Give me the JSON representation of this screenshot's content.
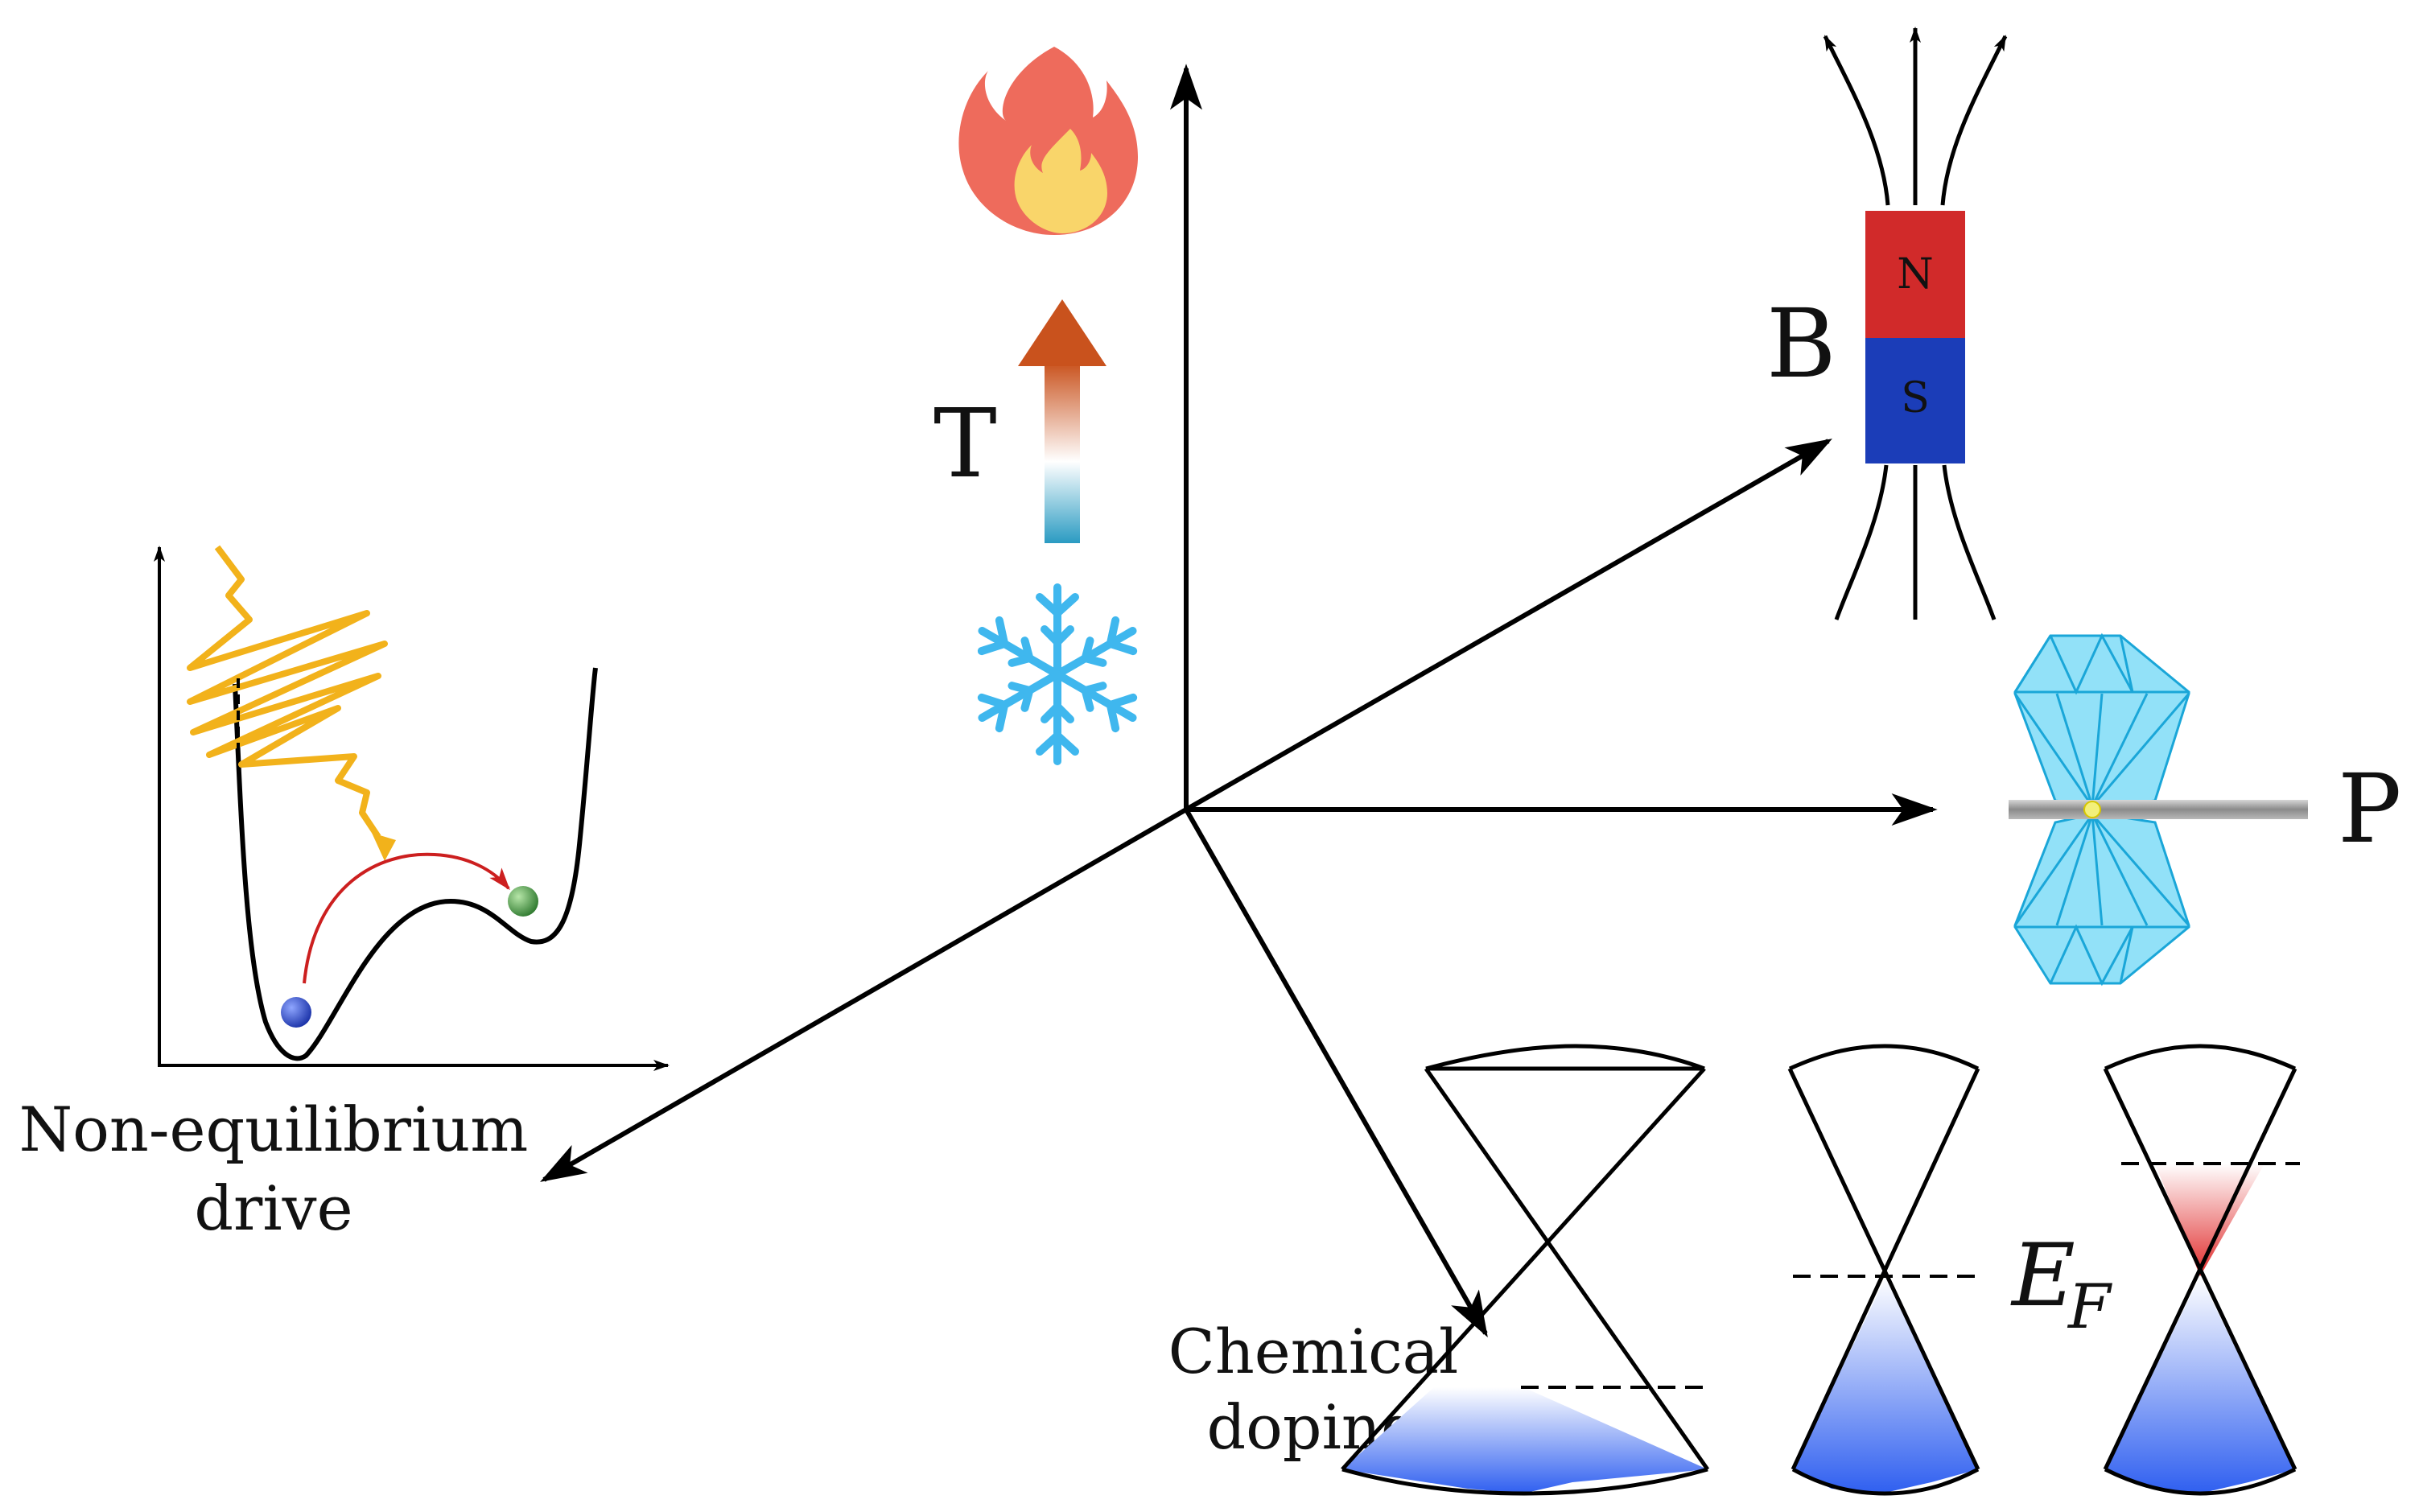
{
  "labels": {
    "temperature": "T",
    "magnetic_field": "B",
    "pressure": "P",
    "north_pole": "N",
    "south_pole": "S",
    "drive_line1": "Non-equilibrium",
    "drive_line2": "drive",
    "doping_line1": "Chemical",
    "doping_line2": "doping",
    "fermi_symbol": "E",
    "fermi_subscript": "F"
  },
  "colors": {
    "axis": "#000000",
    "flame_outer": "#ee6b5c",
    "flame_inner": "#f9d56a",
    "arrow_hot": "#c9521d",
    "arrow_cold": "#2a9bc2",
    "snowflake": "#3fb7ee",
    "magnet_north": "#d12a2a",
    "magnet_south": "#1b3db8",
    "diamond": "#66d6f6",
    "diamond_edge": "#1aa6d8",
    "laser": "#f2b21b",
    "ball_blue": "#1e3fc9",
    "ball_green": "#3c9a3c",
    "hop_arrow": "#cc1f1f",
    "band_filled": "#3a6cf0",
    "band_hole": "#e23535"
  },
  "icons": [
    "flame-icon",
    "temperature-arrow-icon",
    "snowflake-icon",
    "bar-magnet-icon",
    "diamond-anvil-icon",
    "double-well-potential-icon",
    "dirac-cone-icon"
  ]
}
